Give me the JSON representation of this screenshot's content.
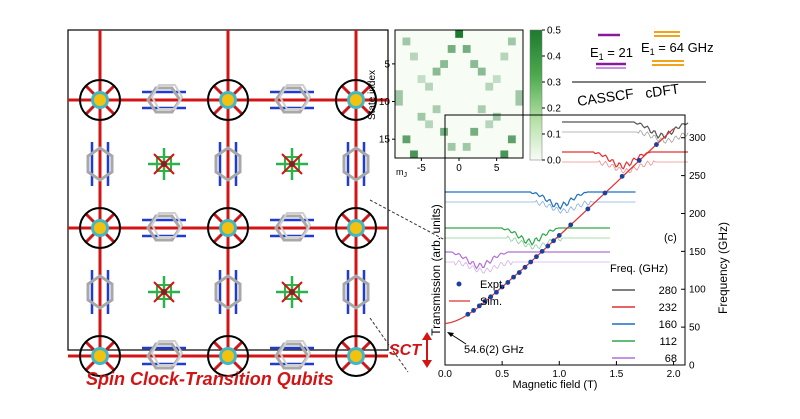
{
  "figure_caption": "Spin Clock-Transition Qubits",
  "sct_label": "SCT",
  "crystal_panel": {
    "kind": "crystal structure illustration",
    "colors": {
      "metal": "#f4c20d",
      "oxygen": "#d21414",
      "nitrogen": "#1f3bd0",
      "carbon": "#a8a8a8",
      "inner": "#2fb14a",
      "border": "#000000"
    }
  },
  "heatmap": {
    "ylabel": "State index",
    "xlabel": "m",
    "xlabel_sub": "J",
    "xticks": [
      "-5",
      "0",
      "5"
    ],
    "yticks": [
      "5",
      "10",
      "15"
    ],
    "colorbar_ticks": [
      "0.5",
      "0.4",
      "0.3",
      "0.2",
      "0.1",
      "0.0"
    ]
  },
  "energy_levels": {
    "methods": [
      "CASSCF",
      "cDFT"
    ],
    "label_a_main": "E",
    "label_a_sub": "1",
    "label_a_val": " = 21",
    "label_b_main": "E",
    "label_b_sub": "1",
    "label_b_val": " = 64 GHz",
    "colors": {
      "casscf": "#8b1a9a",
      "cdft": "#f2a21b"
    }
  },
  "main_plot": {
    "xlabel": "Magnetic field (T)",
    "ylabel_left": "Transmission (arb. units)",
    "ylabel_right": "Frequency (GHz)",
    "panel_label": "(c)",
    "annotation": "54.6(2) GHz",
    "legend_expt": "Expt.",
    "legend_sim": "Sim.",
    "freq_legend_title": "Freq. (GHz)",
    "xticks": [
      "0.0",
      "0.5",
      "1.0",
      "1.5",
      "2.0"
    ],
    "yticks_right": [
      "0",
      "50",
      "100",
      "150",
      "200",
      "250",
      "300"
    ]
  },
  "chart_data": [
    {
      "type": "heatmap",
      "xlabel": "mJ",
      "ylabel": "State index",
      "xlim": [
        -8,
        8
      ],
      "ylim": [
        17,
        1
      ],
      "colorbar_range": [
        0,
        0.5
      ],
      "cells": [
        {
          "m": 0,
          "s": 1,
          "v": 0.5
        },
        {
          "m": -7,
          "s": 2,
          "v": 0.2
        },
        {
          "m": 7,
          "s": 2,
          "v": 0.2
        },
        {
          "m": -1,
          "s": 3,
          "v": 0.3
        },
        {
          "m": 1,
          "s": 3,
          "v": 0.3
        },
        {
          "m": -6,
          "s": 4,
          "v": 0.15
        },
        {
          "m": 6,
          "s": 4,
          "v": 0.15
        },
        {
          "m": -2,
          "s": 5,
          "v": 0.25
        },
        {
          "m": 2,
          "s": 5,
          "v": 0.25
        },
        {
          "m": -3,
          "s": 6,
          "v": 0.25
        },
        {
          "m": 3,
          "s": 6,
          "v": 0.25
        },
        {
          "m": -5,
          "s": 7,
          "v": 0.12
        },
        {
          "m": 5,
          "s": 7,
          "v": 0.12
        },
        {
          "m": -4,
          "s": 8,
          "v": 0.15
        },
        {
          "m": 4,
          "s": 8,
          "v": 0.15
        },
        {
          "m": -8,
          "s": 9,
          "v": 0.2
        },
        {
          "m": 8,
          "s": 9,
          "v": 0.2
        },
        {
          "m": -8,
          "s": 10,
          "v": 0.2
        },
        {
          "m": 8,
          "s": 10,
          "v": 0.2
        },
        {
          "m": -3,
          "s": 11,
          "v": 0.18
        },
        {
          "m": 3,
          "s": 11,
          "v": 0.18
        },
        {
          "m": -5,
          "s": 12,
          "v": 0.2
        },
        {
          "m": 5,
          "s": 12,
          "v": 0.2
        },
        {
          "m": -4,
          "s": 13,
          "v": 0.15
        },
        {
          "m": 4,
          "s": 13,
          "v": 0.15
        },
        {
          "m": -2,
          "s": 14,
          "v": 0.3
        },
        {
          "m": 2,
          "s": 14,
          "v": 0.3
        },
        {
          "m": -7,
          "s": 15,
          "v": 0.35
        },
        {
          "m": 7,
          "s": 15,
          "v": 0.35
        },
        {
          "m": -1,
          "s": 16,
          "v": 0.2
        },
        {
          "m": 1,
          "s": 16,
          "v": 0.2
        },
        {
          "m": -6,
          "s": 17,
          "v": 0.4
        },
        {
          "m": 6,
          "s": 17,
          "v": 0.4
        }
      ]
    },
    {
      "type": "scatter",
      "xlabel": "Magnetic field (T)",
      "ylabel": "Frequency (GHz)",
      "xlim": [
        0,
        2.1
      ],
      "ylim": [
        0,
        330
      ],
      "series": [
        {
          "name": "Expt.",
          "color": "#1c3fa0",
          "x": [
            0.2,
            0.25,
            0.3,
            0.35,
            0.4,
            0.45,
            0.5,
            0.55,
            0.6,
            0.65,
            0.7,
            0.75,
            0.8,
            0.85,
            0.9,
            0.95,
            1.0,
            1.1,
            1.25,
            1.4,
            1.55,
            1.7,
            1.85
          ],
          "y": [
            67,
            72,
            78,
            84,
            90,
            96,
            103,
            109,
            116,
            122,
            129,
            136,
            143,
            150,
            157,
            164,
            171,
            185,
            206,
            227,
            249,
            270,
            291
          ]
        },
        {
          "name": "Sim.",
          "color": "#e03030",
          "x": [
            0.0,
            0.05,
            0.1,
            0.15,
            0.2,
            0.3,
            0.5,
            0.75,
            1.0,
            1.25,
            1.5,
            1.75,
            2.0
          ],
          "y": [
            54.6,
            56,
            58.5,
            62,
            66.5,
            77,
            103,
            136,
            171,
            206,
            241,
            277,
            312
          ]
        }
      ],
      "annotation": "54.6(2) GHz"
    },
    {
      "type": "line",
      "title": "Transmission",
      "legend_title": "Freq. (GHz)",
      "series": [
        {
          "name": "280",
          "color": "#555555",
          "dip_field": 1.9
        },
        {
          "name": "232",
          "color": "#e03030",
          "dip_field": 1.55
        },
        {
          "name": "160",
          "color": "#1f6fc0",
          "dip_field": 1.0
        },
        {
          "name": "112",
          "color": "#2ea84a",
          "dip_field": 0.75
        },
        {
          "name": "68",
          "color": "#b070d8",
          "dip_field": 0.3
        }
      ]
    }
  ]
}
